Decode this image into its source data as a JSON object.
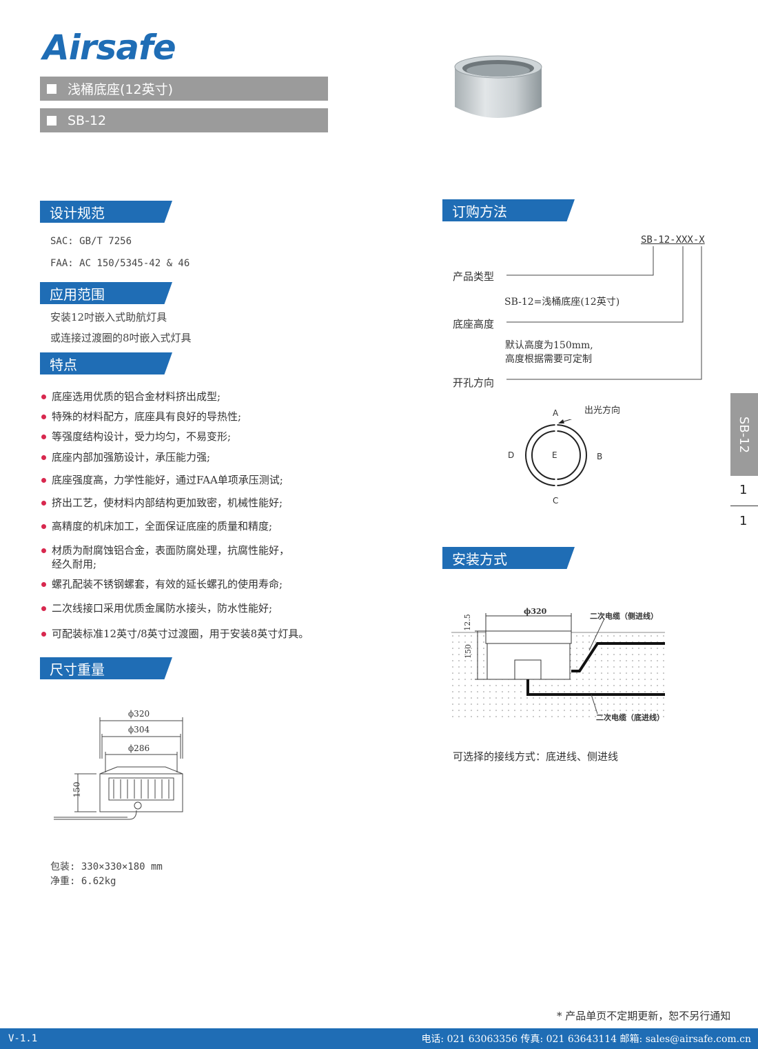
{
  "brand": {
    "logo": "Airsafe"
  },
  "header": {
    "title": "浅桶底座(12英寸)",
    "model": "SB-12"
  },
  "sections": {
    "design": "设计规范",
    "application": "应用范围",
    "features": "特点",
    "dimensions": "尺寸重量",
    "ordering": "订购方法",
    "installation": "安装方式"
  },
  "design_specs": [
    "SAC: GB/T 7256",
    "FAA: AC 150/5345-42 & 46"
  ],
  "applications": [
    "安装12吋嵌入式助航灯具",
    "或连接过渡圈的8吋嵌入式灯具"
  ],
  "features": [
    "底座选用优质的铝合金材料挤出成型;",
    "特殊的材料配方，底座具有良好的导热性;",
    "等强度结构设计，受力均匀，不易变形;",
    "底座内部加强筋设计，承压能力强;",
    "底座强度高，力学性能好，通过FAA单项承压测试;",
    "挤出工艺，使材料内部结构更加致密，机械性能好;",
    "高精度的机床加工，全面保证底座的质量和精度;",
    "材质为耐腐蚀铝合金，表面防腐处理，抗腐性能好，\n经久耐用;",
    "螺孔配装不锈钢螺套，有效的延长螺孔的使用寿命;",
    "二次线接口采用优质金属防水接头，防水性能好;",
    "可配装标准12英寸/8英寸过渡圈，用于安装8英寸灯具。"
  ],
  "dimension_drawing": {
    "d1": "ϕ320",
    "d2": "ϕ304",
    "d3": "ϕ286",
    "h": "150"
  },
  "package": {
    "size": "包装: 330×330×180 mm",
    "weight": "净重: 6.62kg"
  },
  "ordering": {
    "code": "SB-12-XXX-X",
    "product_type_label": "产品类型",
    "product_type_desc": "SB-12=浅桶底座(12英寸)",
    "height_label": "底座高度",
    "height_desc_1": "默认高度为150mm,",
    "height_desc_2": "高度根据需要可定制",
    "direction_label": "开孔方向"
  },
  "direction_diagram": {
    "a": "A",
    "b": "B",
    "c": "C",
    "d": "D",
    "e": "E",
    "light": "出光方向"
  },
  "install_drawing": {
    "d": "ϕ320",
    "h1": "12.5",
    "h2": "150",
    "side": "二次电缆（侧进线）",
    "bottom": "二次电缆（底进线）"
  },
  "install_note": "可选择的接线方式：底进线、侧进线",
  "side_tab": "SB-12",
  "page": {
    "current": "1",
    "total": "1"
  },
  "notice": "* 产品单页不定期更新，恕不另行通知",
  "footer": {
    "version": "V-1.1",
    "contact": "电话: 021 63063356 传真: 021 63643114 邮箱: sales@airsafe.com.cn"
  }
}
